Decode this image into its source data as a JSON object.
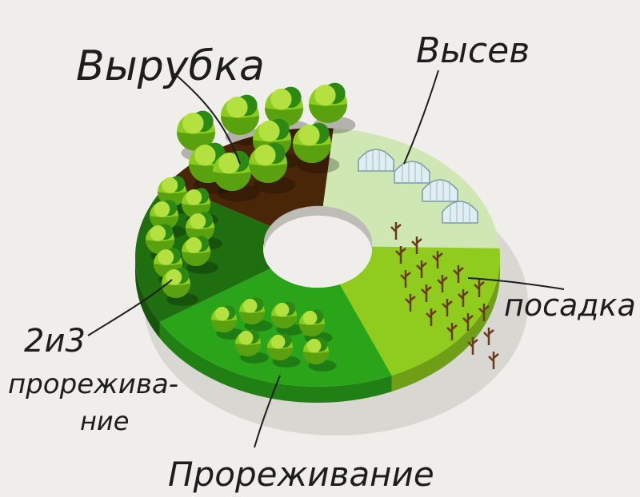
{
  "labels": {
    "cutting": "Вырубка",
    "sowing": "Высев",
    "planting": "посадка",
    "thinning_2_3_a": "2и3",
    "thinning_2_3_b": "прорежива-",
    "thinning_2_3_c": "ние",
    "thinning": "Прореживание"
  },
  "colors": {
    "cutting": "#4a2608",
    "sowing": "#cfe7b2",
    "planting": "#8fcc1e",
    "thinning": "#2aa51a",
    "thinning_2_3": "#1f6e10"
  }
}
